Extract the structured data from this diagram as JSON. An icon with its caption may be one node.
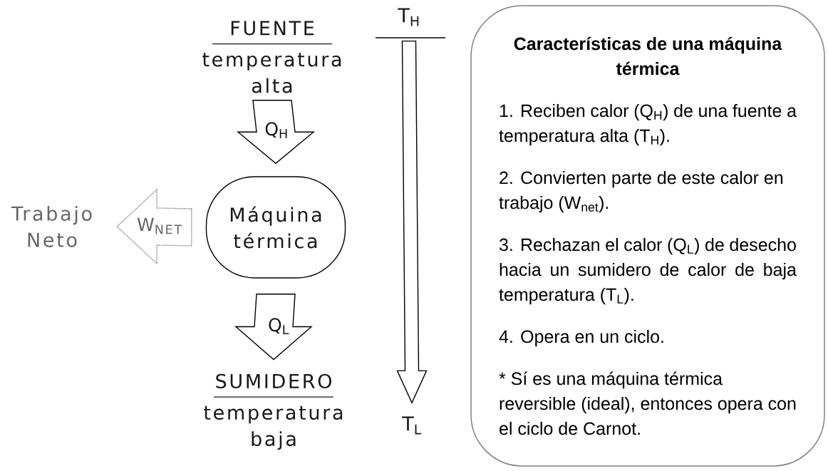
{
  "diagram": {
    "nodes": [
      {
        "text": [
          "FUENTE",
          "temperatura alta"
        ]
      },
      {
        "text": [
          "Máquina térmica"
        ]
      },
      {
        "text": [
          "Trabajo Neto"
        ]
      },
      {
        "text": [
          "SUMIDERO",
          "temperatura baja"
        ]
      },
      {
        "text": [
          "T$_{H}$"
        ]
      },
      {
        "text": [
          "T$_{L}$"
        ]
      },
      {
        "text": [
          "Características de una máquina térmica",
          "1. Reciben calor (Q$_{H}$) de una fuente a temperatura alta (T$_{H}$).",
          "2. Convierten parte de este calor en trabajo (W$_{net}$).",
          "3. Rechazan el calor (Q$_{L}$) de desecho hacia un sumidero de calor de baja temperatura (T$_{L}$).",
          "4. Opera en un ciclo.",
          "* Sí es una máquina térmica reversible (ideal), entonces opera con el ciclo de Carnot."
        ]
      }
    ],
    "edges": [
      {
        "from": 0,
        "to": 1,
        "arrow": "to",
        "label": "Q$_{H}$"
      },
      {
        "from": 1,
        "to": 2,
        "arrow": "to",
        "label": "W$_{NET}$",
        "style": "dashed",
        "color": "#808080"
      },
      {
        "from": 1,
        "to": 3,
        "arrow": "to",
        "label": "Q$_{L}$"
      },
      {
        "from": 4,
        "to": 5,
        "arrow": "to"
      }
    ]
  }
}
